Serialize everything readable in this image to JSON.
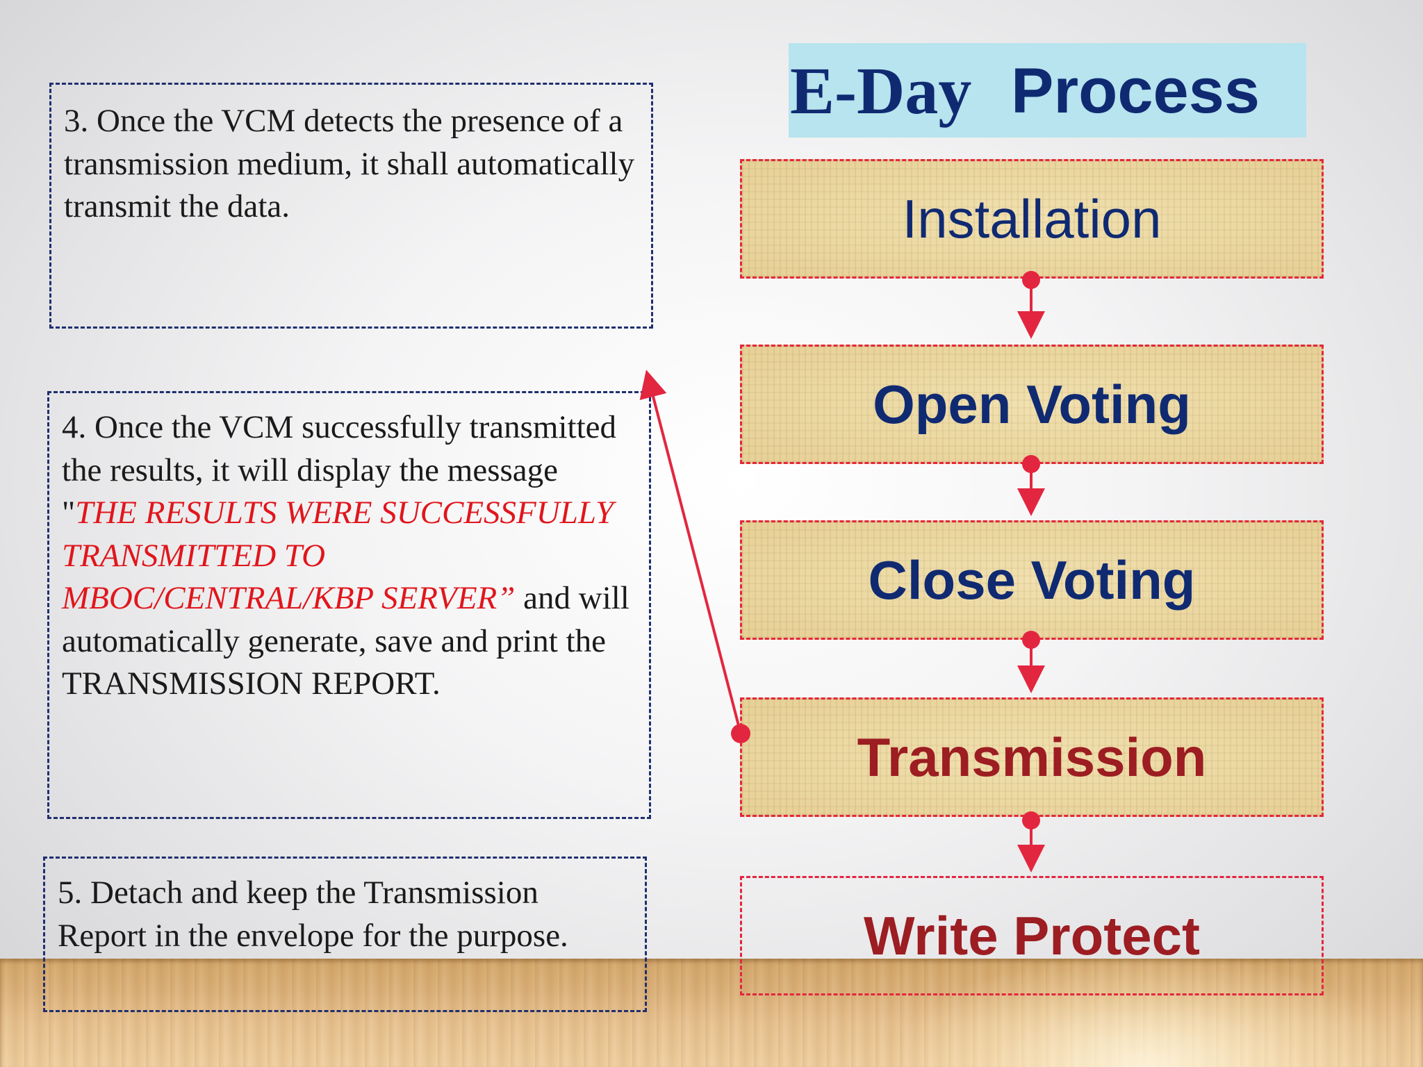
{
  "title": {
    "part_a": "E-Day",
    "part_b": "Process"
  },
  "notes": {
    "step3": "3. Once the VCM detects the presence of a transmission medium, it shall automatically transmit the data.",
    "step4_intro": "4. Once the VCM successfully transmitted the results, it will display the message \"",
    "step4_message": "THE RESULTS WERE SUCCESSFULLY TRANSMITTED TO MBOC/CENTRAL/KBP SERVER",
    "step4_close_quote": "”",
    "step4_rest": " and will automatically generate, save and print the TRANSMISSION REPORT.",
    "step5": "5. Detach and keep the Transmission Report in the envelope for the purpose."
  },
  "flow": {
    "steps": [
      {
        "label": "Installation"
      },
      {
        "label": "Open Voting"
      },
      {
        "label": "Close Voting"
      },
      {
        "label": "Transmission"
      },
      {
        "label": "Write Protect"
      }
    ]
  },
  "colors": {
    "navy": "#102a72",
    "maroon": "#9c1d22",
    "arrow_red": "#e3263f",
    "title_bg": "#b7e4ee",
    "note_border": "#1f2f6e"
  }
}
